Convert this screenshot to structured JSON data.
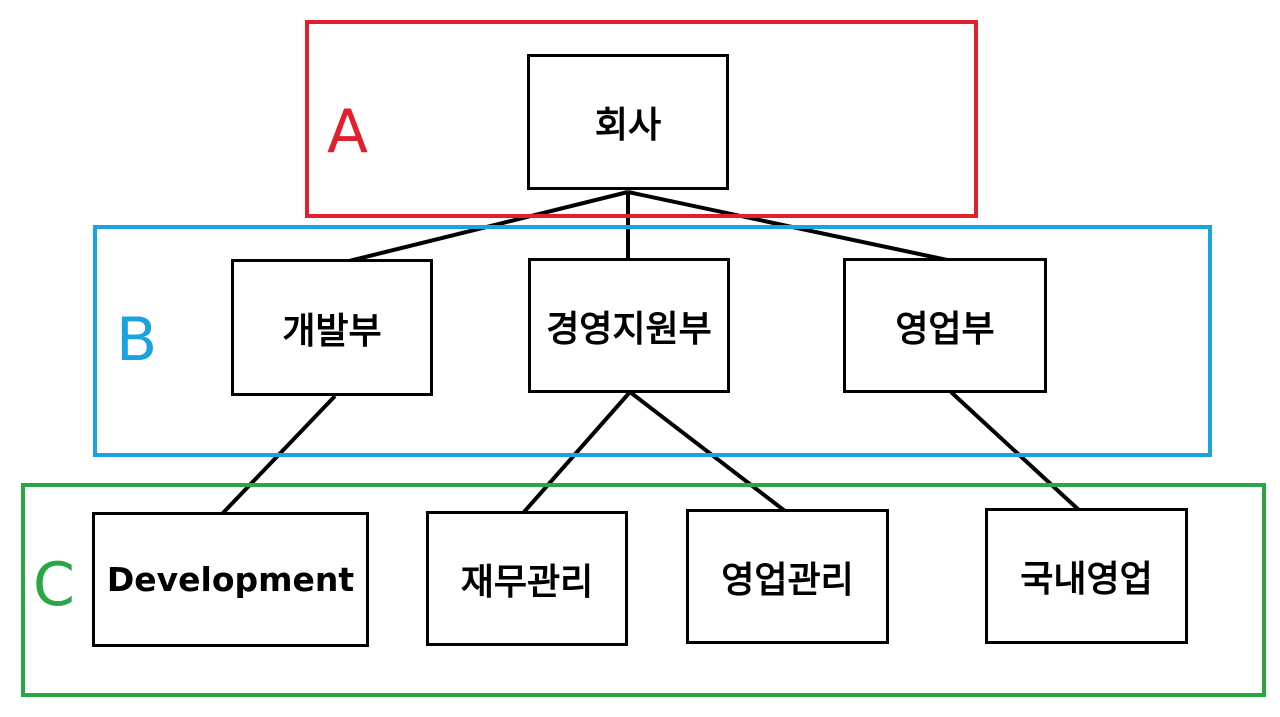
{
  "colors": {
    "level_a": "#e0202c",
    "level_b": "#1aa3e0",
    "level_c": "#28a745",
    "node_border": "#000000",
    "node_fill": "#ffffff",
    "edge": "#000000"
  },
  "levels": [
    {
      "label": "A",
      "color_key": "level_a"
    },
    {
      "label": "B",
      "color_key": "level_b"
    },
    {
      "label": "C",
      "color_key": "level_c"
    }
  ],
  "nodes": [
    {
      "id": "company",
      "label": "회사",
      "level": "A",
      "parent": null
    },
    {
      "id": "dev_dept",
      "label": "개발부",
      "level": "B",
      "parent": "company"
    },
    {
      "id": "mgmt_support",
      "label": "경영지원부",
      "level": "B",
      "parent": "company"
    },
    {
      "id": "sales_dept",
      "label": "영업부",
      "level": "B",
      "parent": "company"
    },
    {
      "id": "development",
      "label": "Development",
      "level": "C",
      "parent": "dev_dept"
    },
    {
      "id": "finance",
      "label": "재무관리",
      "level": "C",
      "parent": "mgmt_support"
    },
    {
      "id": "sales_mgmt",
      "label": "영업관리",
      "level": "C",
      "parent": "mgmt_support"
    },
    {
      "id": "domestic_sales",
      "label": "국내영업",
      "level": "C",
      "parent": "sales_dept"
    }
  ]
}
